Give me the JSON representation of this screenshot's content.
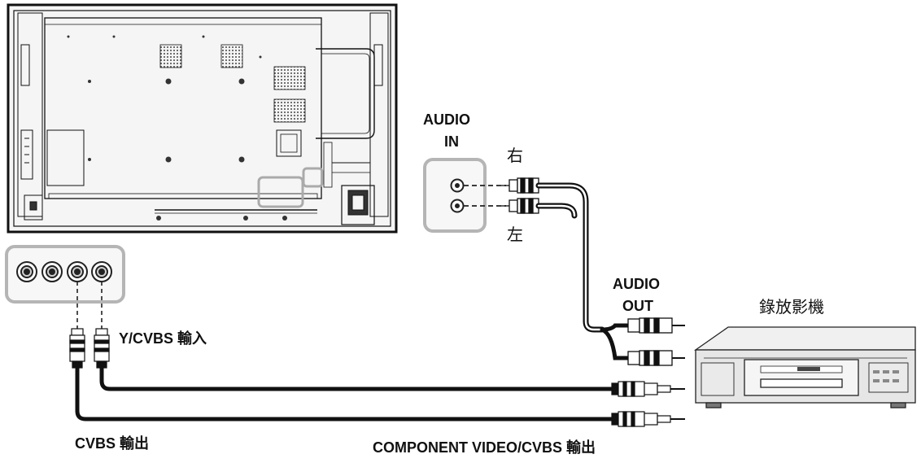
{
  "labels": {
    "audio_in_line1": "AUDIO",
    "audio_in_line2": "IN",
    "right_channel": "右",
    "left_channel": "左",
    "audio_out_line1": "AUDIO",
    "audio_out_line2": "OUT",
    "vcr": "錄放影機",
    "y_cvbs_in": "Y/CVBS 輸入",
    "cvbs_out": "CVBS 輸出",
    "component_out": "COMPONENT VIDEO/CVBS 輸出"
  },
  "colors": {
    "line": "#111111",
    "panel": "#f4f4f4",
    "highlight_box": "#b5b5b5",
    "vcr_body": "#e6e6e6"
  }
}
